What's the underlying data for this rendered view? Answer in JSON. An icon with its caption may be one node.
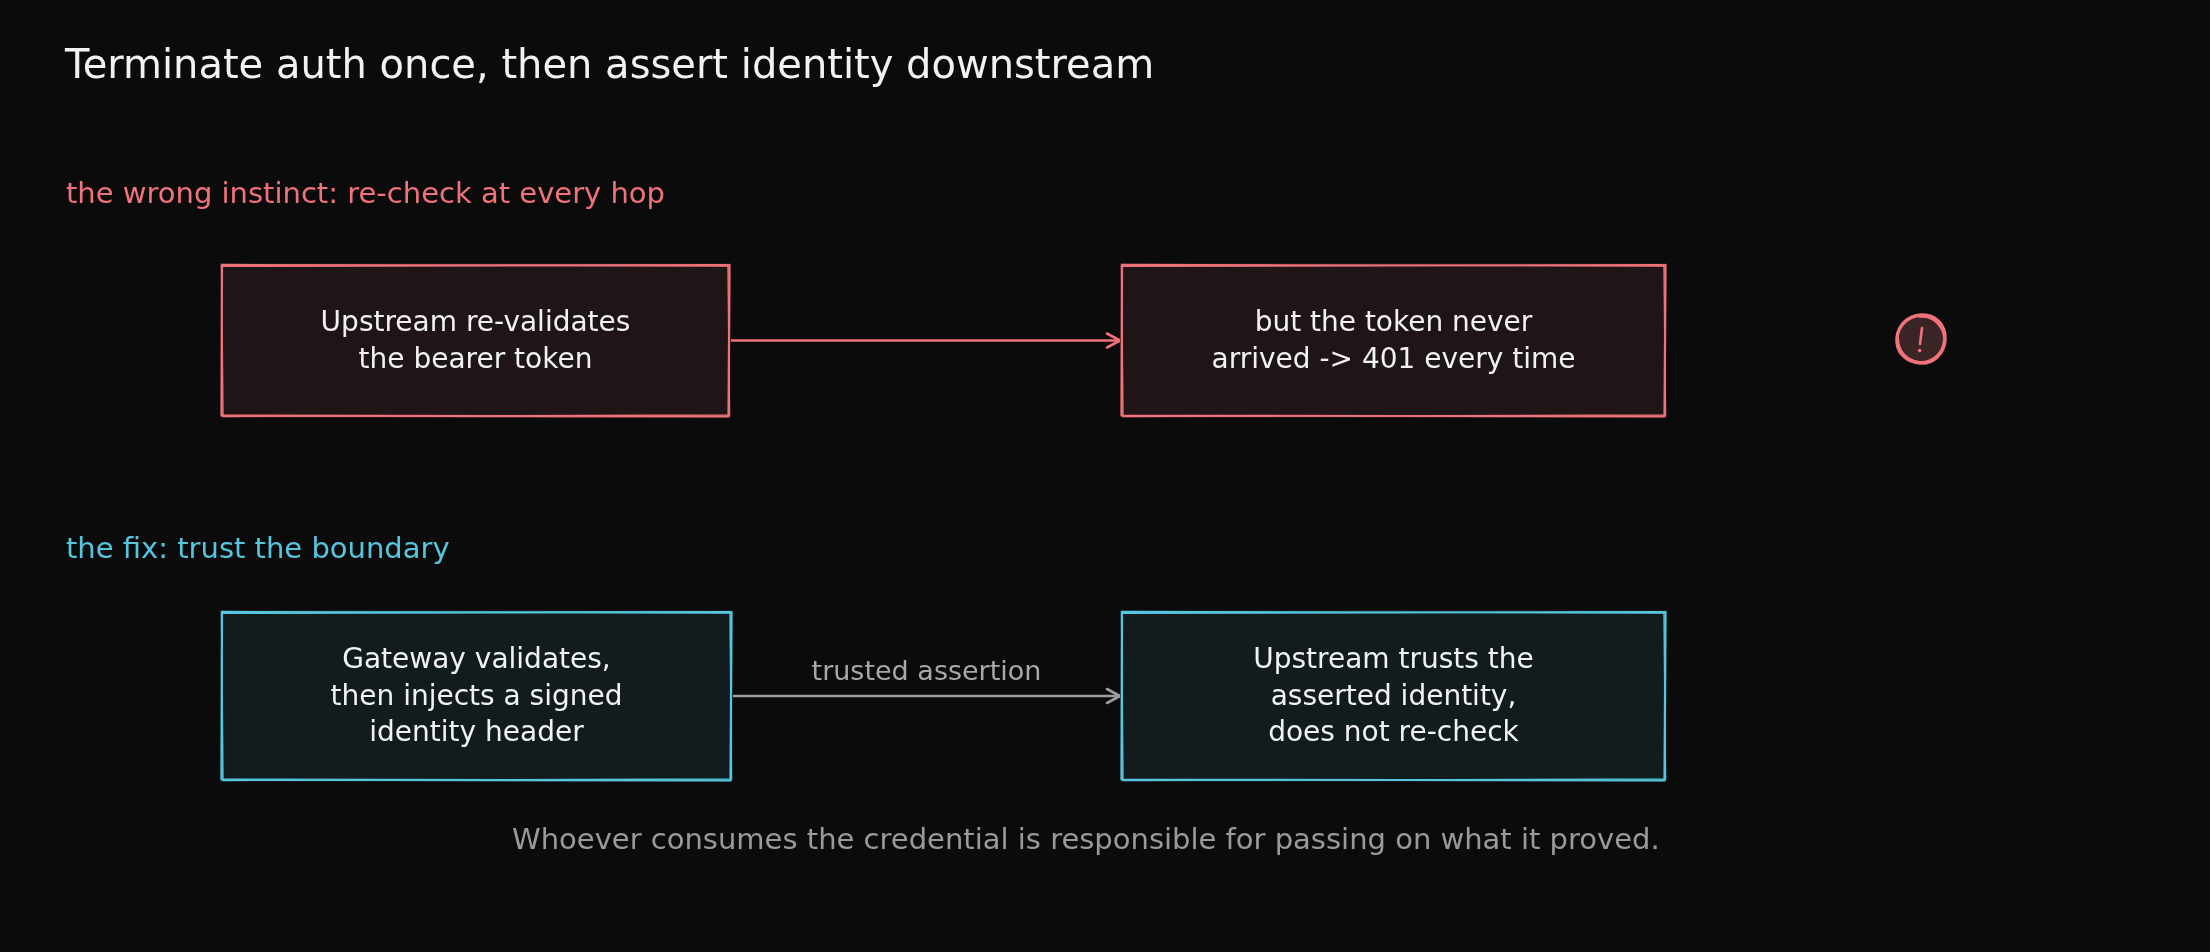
{
  "diagram": {
    "title": "Terminate auth once, then assert identity downstream",
    "nodes": [
      {
        "text": [
          "Upstream re-validates the bearer token"
        ]
      },
      {
        "text": [
          "but the token never arrived -> 401 every time"
        ]
      },
      {
        "text": [
          "Gateway validates, then injects a signed identity header"
        ]
      },
      {
        "text": [
          "Upstream trusts the asserted identity, does not re-check"
        ]
      }
    ],
    "edges": [
      {
        "from": 0,
        "to": 1,
        "arrow": "to",
        "color": "#f0727a"
      },
      {
        "from": 2,
        "to": 3,
        "arrow": "to",
        "label": "trusted assertion",
        "color": "#9e9e9e"
      }
    ],
    "labels": [
      "the wrong instinct: re-check at every hop",
      "the fix: trust the boundary",
      "Whoever consumes the credential is responsible for passing on what it proved."
    ]
  }
}
